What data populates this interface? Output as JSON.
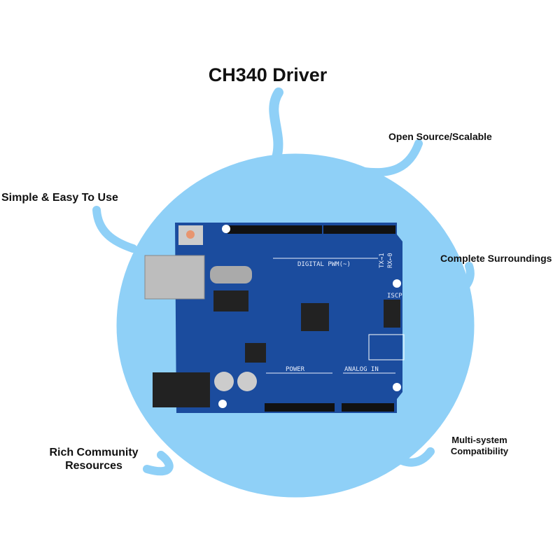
{
  "title": "CH340 Driver",
  "features": {
    "open_source": "Open Source/Scalable",
    "simple": "Simple & Easy To Use",
    "surroundings": "Complete Surroundings",
    "community_line1": "Rich Community",
    "community_line2": "Resources",
    "multisystem_line1": "Multi-system",
    "multisystem_line2": "Compatibility"
  },
  "board": {
    "digital_label": "DIGITAL PWM(~)",
    "power_label": "POWER",
    "analog_label": "ANALOG IN",
    "iscp_label": "ISCP",
    "tx_label": "TX→1",
    "rx_label": "RX←0"
  },
  "colors": {
    "blob": "#8fd0f7",
    "board": "#1b4c9e",
    "text": "#111111"
  }
}
